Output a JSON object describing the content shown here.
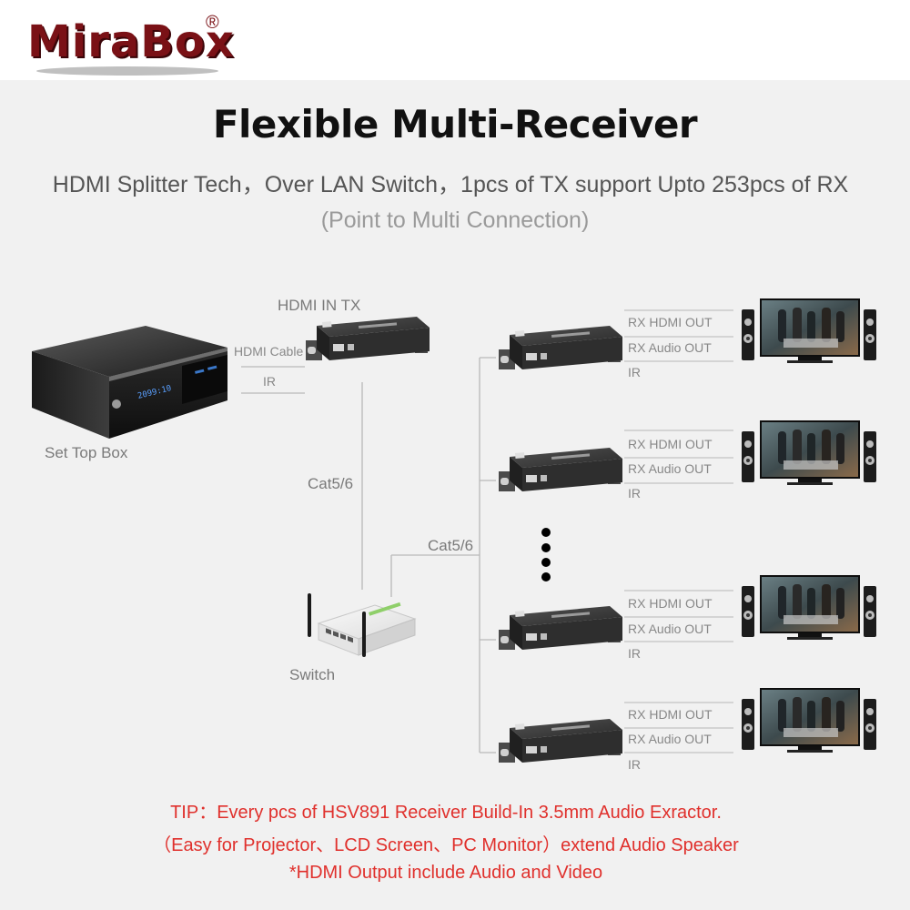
{
  "brand": {
    "logo": "MiraBox",
    "reg_mark": "®"
  },
  "title": "Flexible Multi-Receiver",
  "subtitle": "HDMI Splitter Tech，Over LAN Switch，1pcs of TX support Upto 253pcs of RX",
  "subtitle2": "(Point to Multi Connection)",
  "source": {
    "label": "Set Top Box",
    "display_text": "2099:10"
  },
  "transmitter": {
    "label": "HDMI IN TX",
    "hdmi_cable_label": "HDMI Cable",
    "ir_label": "IR"
  },
  "cat_labels": {
    "tx_to_switch": "Cat5/6",
    "switch_to_rx": "Cat5/6"
  },
  "switch": {
    "label": "Switch"
  },
  "receivers": [
    {
      "hdmi_out": "RX HDMI OUT",
      "audio_out": "RX Audio OUT",
      "ir": "IR"
    },
    {
      "hdmi_out": "RX HDMI OUT",
      "audio_out": "RX Audio OUT",
      "ir": "IR"
    },
    {
      "hdmi_out": "RX HDMI OUT",
      "audio_out": "RX Audio OUT",
      "ir": "IR"
    },
    {
      "hdmi_out": "RX HDMI OUT",
      "audio_out": "RX Audio OUT",
      "ir": "IR"
    }
  ],
  "tips": {
    "line1": "TIP：Every pcs of HSV891 Receiver Build-In 3.5mm Audio Exractor.",
    "line2": "（Easy for Projector、LCD Screen、PC Monitor）extend Audio Speaker",
    "line3": "*HDMI Output include Audio and Video"
  },
  "colors": {
    "brand": "#7a1116",
    "tip": "#e0302c",
    "background": "#f1f1f1",
    "device": "#3a3a3a",
    "line": "#b9b9b9"
  }
}
